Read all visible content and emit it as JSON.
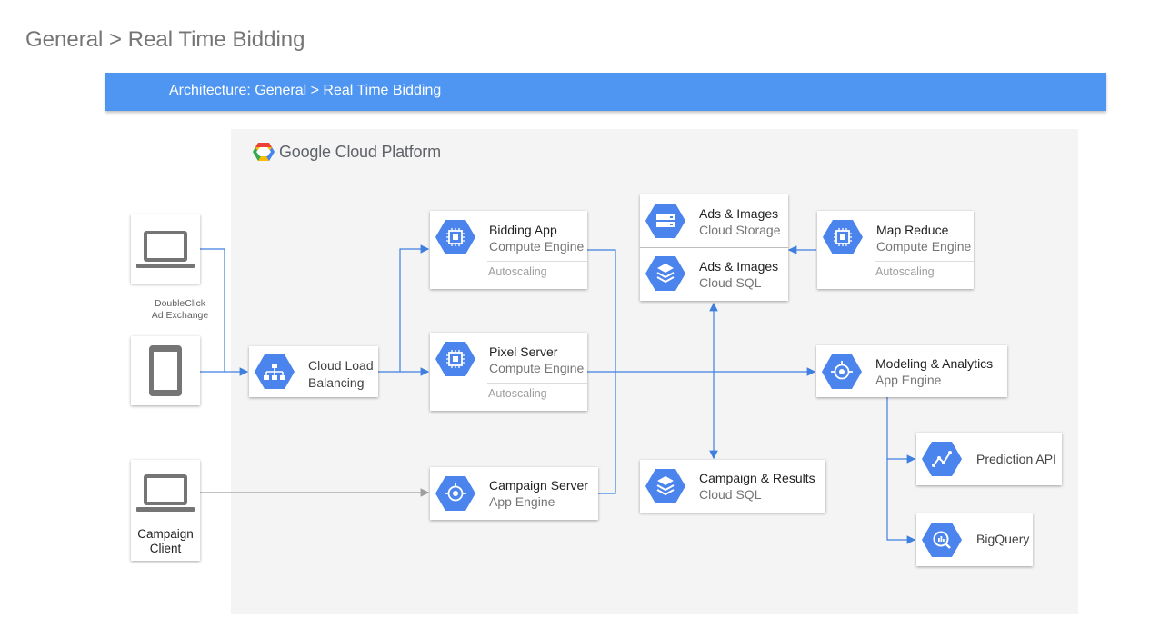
{
  "page": {
    "title": "General > Real Time Bidding"
  },
  "banner": {
    "text": "Architecture: General > Real Time Bidding"
  },
  "platform": {
    "logo_text": "Google Cloud Platform"
  },
  "clients": {
    "doubleclick_label": "DoubleClick\nAd Exchange",
    "campaign_client_label": "Campaign\nClient"
  },
  "nodes": {
    "load_balancing": {
      "title": "Cloud Load",
      "subtitle": "Balancing",
      "icon": "load-balancing-icon"
    },
    "bidding_app": {
      "title": "Bidding App",
      "subtitle": "Compute Engine",
      "note": "Autoscaling",
      "icon": "compute-engine-icon"
    },
    "pixel_server": {
      "title": "Pixel Server",
      "subtitle": "Compute Engine",
      "note": "Autoscaling",
      "icon": "compute-engine-icon"
    },
    "campaign_server": {
      "title": "Campaign Server",
      "subtitle": "App Engine",
      "icon": "app-engine-icon"
    },
    "ads_storage": {
      "title": "Ads & Images",
      "subtitle": "Cloud Storage",
      "icon": "cloud-storage-icon"
    },
    "ads_sql": {
      "title": "Ads & Images",
      "subtitle": "Cloud SQL",
      "icon": "cloud-sql-icon"
    },
    "map_reduce": {
      "title": "Map Reduce",
      "subtitle": "Compute Engine",
      "note": "Autoscaling",
      "icon": "compute-engine-icon"
    },
    "modeling": {
      "title": "Modeling & Analytics",
      "subtitle": "App Engine",
      "icon": "app-engine-icon"
    },
    "campaign_results": {
      "title": "Campaign & Results",
      "subtitle": "Cloud SQL",
      "icon": "cloud-sql-icon"
    },
    "prediction": {
      "title": "Prediction API",
      "icon": "prediction-api-icon"
    },
    "bigquery": {
      "title": "BigQuery",
      "icon": "bigquery-icon"
    }
  },
  "colors": {
    "accent": "#4e96f2",
    "icon_blue": "#4a84ec",
    "connector": "#3f7fe0",
    "connector_gray": "#9e9e9e"
  }
}
